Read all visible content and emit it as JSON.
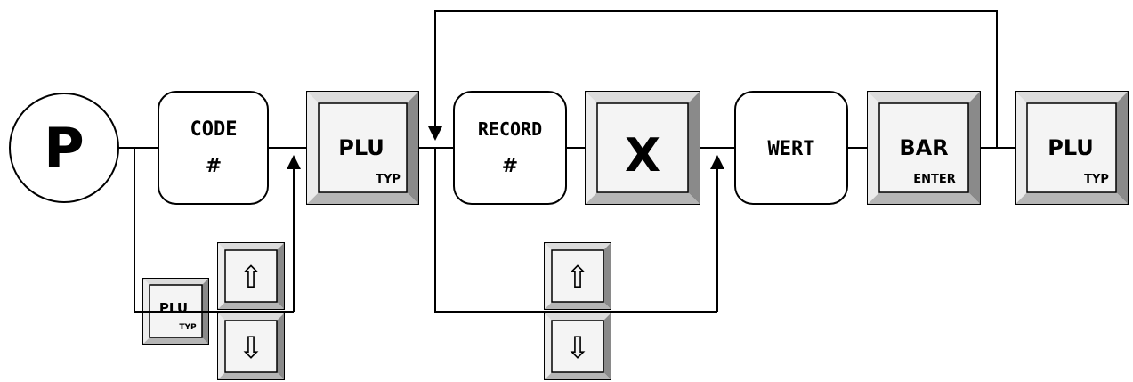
{
  "start": {
    "label": "P"
  },
  "code_box": {
    "line1": "CODE",
    "line2": "#"
  },
  "plu_key_1": {
    "main": "PLU",
    "sub": "TYP"
  },
  "record_box": {
    "line1": "RECORD",
    "line2": "#"
  },
  "x_key": {
    "main": "X"
  },
  "wert_box": {
    "line1": "WERT"
  },
  "bar_key": {
    "main": "BAR",
    "sub": "ENTER"
  },
  "plu_key_2": {
    "main": "PLU",
    "sub": "TYP"
  },
  "plu_key_small": {
    "main": "PLU",
    "sub": "TYP"
  },
  "arrows": {
    "up": "⇧",
    "down": "⇩"
  },
  "colors": {
    "line": "#000000",
    "key_face": "#f4f4f4",
    "bevel_light": "#dcdcdc",
    "bevel_dark": "#8a8a8a"
  }
}
